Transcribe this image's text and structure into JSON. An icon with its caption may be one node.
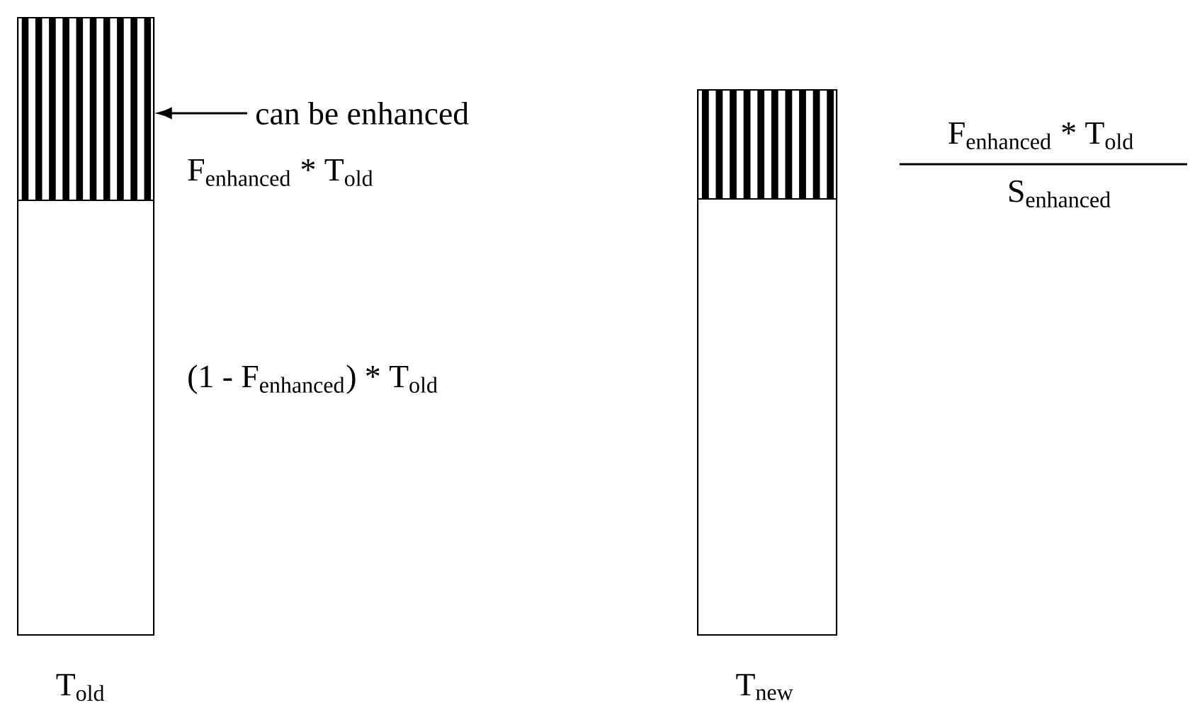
{
  "diagram": {
    "nodes": [
      {
        "text": [],
        "shape": "bar",
        "beside": [
          "T$_{old}$"
        ]
      },
      {
        "text": [],
        "shape": "bar",
        "in": 0
      },
      {
        "text": [
          "can be enhanced"
        ]
      },
      {
        "text": [],
        "shape": "bar",
        "beside": [
          "T$_{new}$"
        ]
      },
      {
        "text": [],
        "shape": "bar",
        "in": 3
      }
    ],
    "edges": [
      {
        "from": 2,
        "to": 1,
        "arrow": "to"
      }
    ],
    "labels": [
      "F$_{enhanced}$ * T$_{old}$",
      "(1 - F$_{enhanced}$) * T$_{old}$",
      "F$_{enhanced}$ * T$_{old}$",
      "S$_{enhanced}$"
    ]
  }
}
